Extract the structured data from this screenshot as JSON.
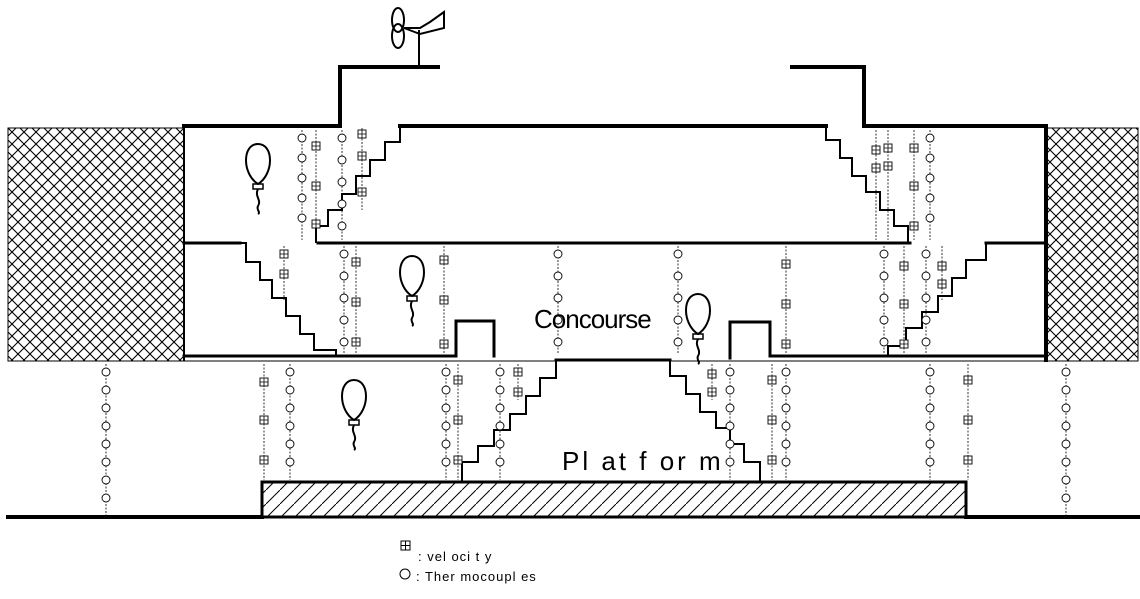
{
  "labels": {
    "concourse": "Concourse",
    "platform": "Pl at f or m"
  },
  "legend": {
    "velocity": ": vel oci t y",
    "thermocouples": ": Ther mocoupl es"
  },
  "icons": {
    "velocity_symbol": "velocity-sensor-icon",
    "thermocouple_symbol": "thermocouple-icon",
    "balloon": "balloon-icon",
    "fan": "ventilation-fan-icon"
  },
  "colors": {
    "line": "#000000",
    "background": "#ffffff"
  }
}
